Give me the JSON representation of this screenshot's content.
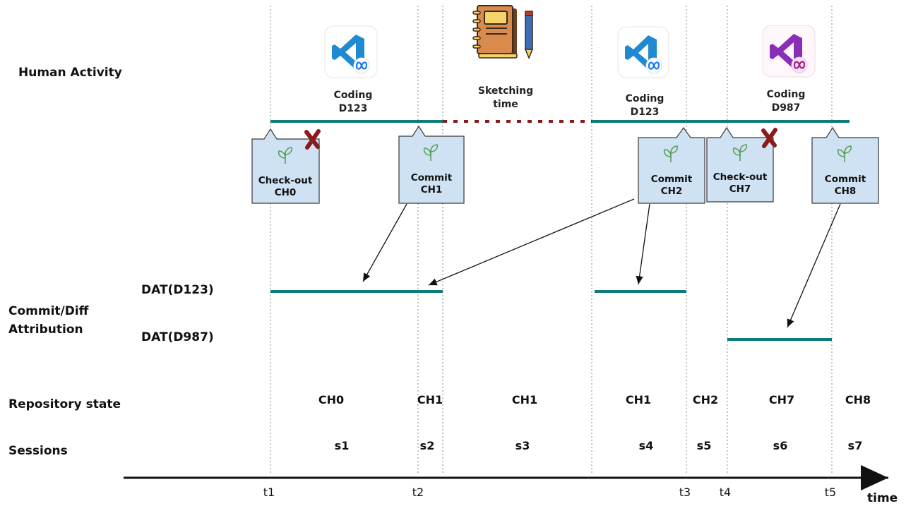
{
  "row_labels": {
    "human_activity": "Human Activity",
    "commit_diff_attribution_line1": "Commit/Diff",
    "commit_diff_attribution_line2": "Attribution",
    "repository_state": "Repository state",
    "sessions": "Sessions"
  },
  "dat_labels": {
    "d123": "DAT(D123)",
    "d987": "DAT(D987)"
  },
  "activities": [
    {
      "line1": "Coding",
      "line2": "D123",
      "icon": "vscode-meta-blue-icon"
    },
    {
      "line1": "Sketching",
      "line2": "time",
      "icon": "notebook-pencil-icon"
    },
    {
      "line1": "Coding",
      "line2": "D123",
      "icon": "vscode-meta-blue-icon"
    },
    {
      "line1": "Coding",
      "line2": "D987",
      "icon": "vscode-meta-purple-icon"
    }
  ],
  "callouts": [
    {
      "line1": "Check-out",
      "line2": "CH0",
      "crossed": true,
      "icon": "sprout-icon"
    },
    {
      "line1": "Commit",
      "line2": "CH1",
      "crossed": false,
      "icon": "sprout-icon"
    },
    {
      "line1": "Commit",
      "line2": "CH2",
      "crossed": false,
      "icon": "sprout-icon"
    },
    {
      "line1": "Check-out",
      "line2": "CH7",
      "crossed": true,
      "icon": "sprout-icon"
    },
    {
      "line1": "Commit",
      "line2": "CH8",
      "crossed": false,
      "icon": "sprout-icon"
    }
  ],
  "repository_states": [
    "CH0",
    "CH1",
    "CH1",
    "CH1",
    "CH2",
    "CH7",
    "CH8"
  ],
  "sessions": [
    "s1",
    "s2",
    "s3",
    "s4",
    "s5",
    "s6",
    "s7"
  ],
  "ticks": [
    "t1",
    "t2",
    "t3",
    "t4",
    "t5"
  ],
  "axis_label": "time",
  "colors": {
    "teal": "#0f7b7b",
    "dotted_red": "#8b1a1a",
    "callout_fill": "#cfe2f3",
    "callout_stroke": "#3a3a3a",
    "cross": "#8b1a1a",
    "vscode_blue": "#1f8ad2",
    "vscode_purple": "#8a2db8",
    "notebook": "#d98b4e"
  }
}
